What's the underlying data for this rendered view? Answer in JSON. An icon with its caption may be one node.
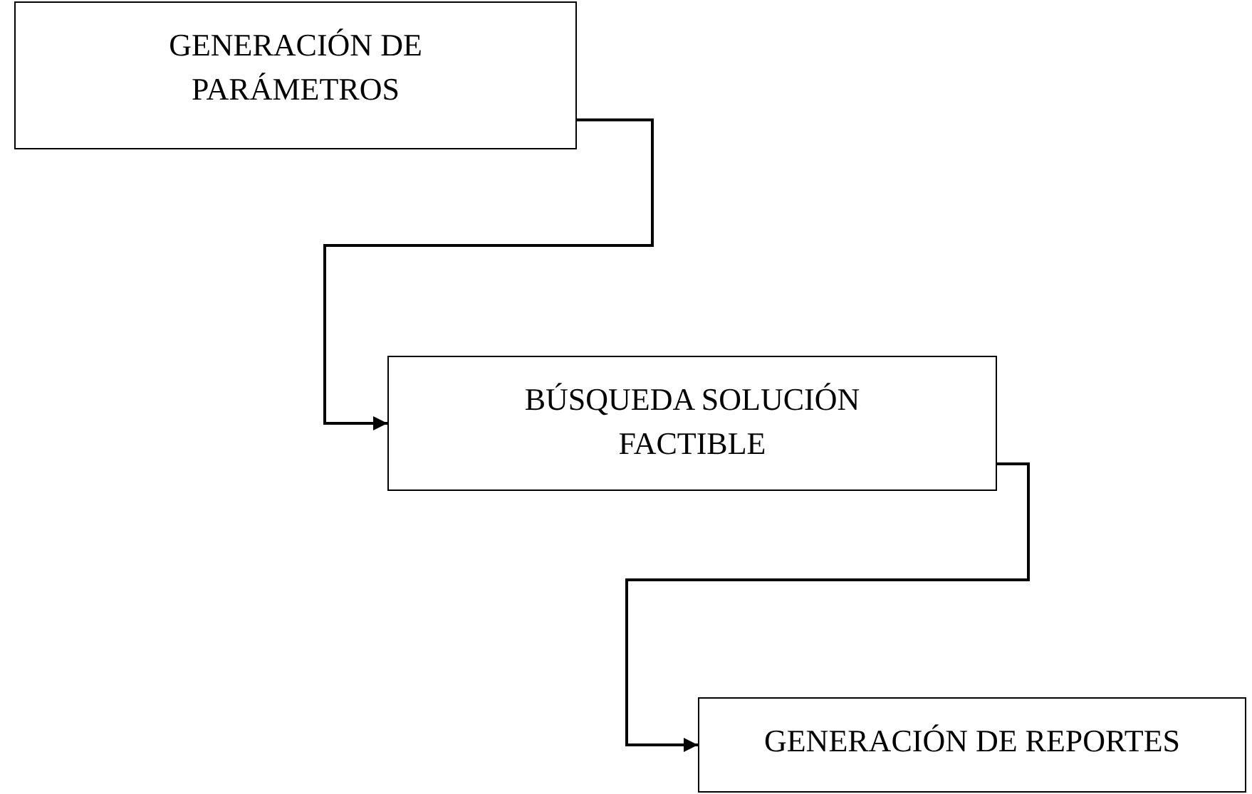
{
  "diagram": {
    "nodes": [
      {
        "text": [
          "GENERACIÓN DE PARÁMETROS"
        ]
      },
      {
        "text": [
          "BÚSQUEDA SOLUCIÓN FACTIBLE"
        ]
      },
      {
        "text": [
          "GENERACIÓN DE REPORTES"
        ]
      }
    ],
    "edges": [
      {
        "from": 0,
        "to": 1,
        "arrow": "to"
      },
      {
        "from": 1,
        "to": 2,
        "arrow": "to"
      }
    ]
  }
}
